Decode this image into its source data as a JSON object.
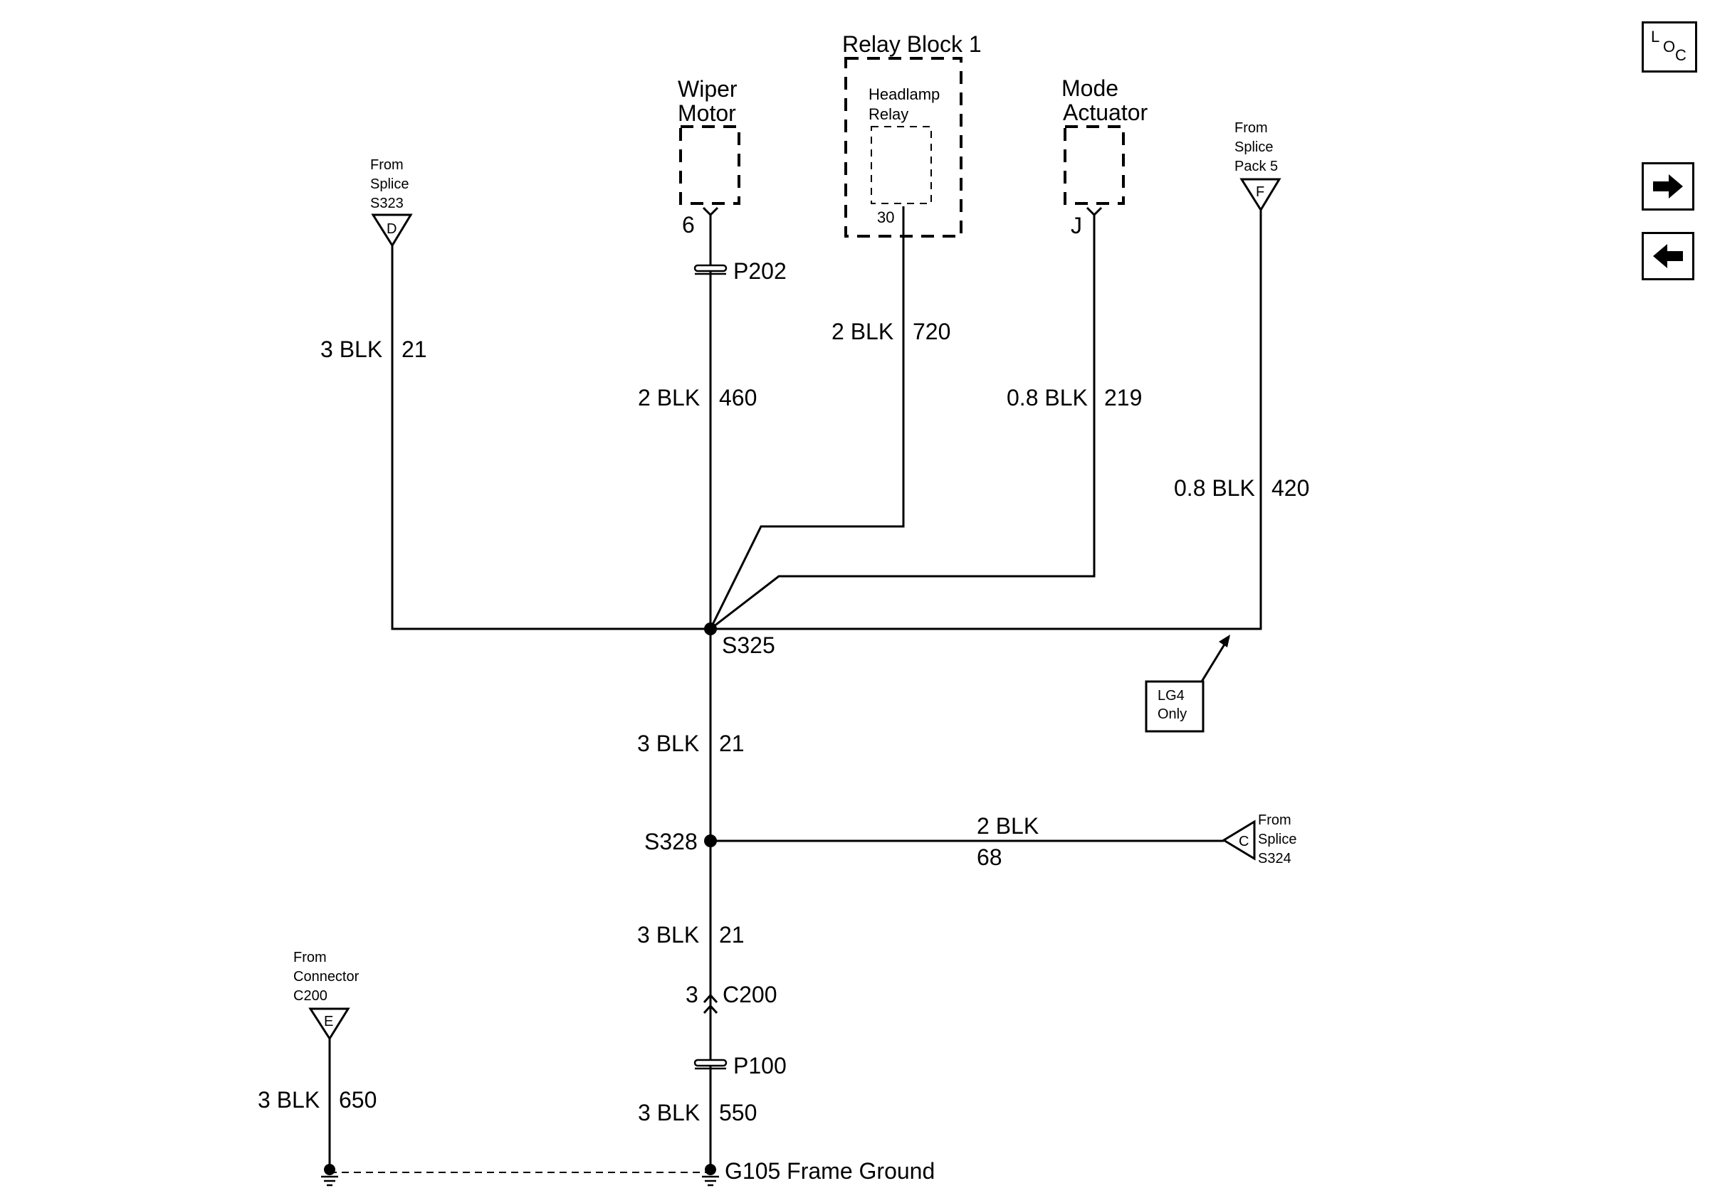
{
  "nav": {
    "loc_letters": [
      "L",
      "O",
      "C"
    ],
    "next_icon": "arrow-right-icon",
    "prev_icon": "arrow-left-icon"
  },
  "components": {
    "relay_block_title": "Relay Block 1",
    "headlamp_relay": [
      "Headlamp",
      "Relay"
    ],
    "headlamp_relay_pin": "30",
    "wiper_motor": [
      "Wiper",
      "Motor"
    ],
    "wiper_motor_pin": "6",
    "mode_actuator": [
      "Mode",
      "Actuator"
    ],
    "mode_actuator_pin": "J"
  },
  "offpage": {
    "d": {
      "from": [
        "From",
        "Splice",
        "S323"
      ],
      "letter": "D"
    },
    "f": {
      "from": [
        "From",
        "Splice",
        "Pack 5"
      ],
      "letter": "F"
    },
    "c": {
      "from": [
        "From",
        "Splice",
        "S324"
      ],
      "letter": "C"
    },
    "e": {
      "from": [
        "From",
        "Connector",
        "C200"
      ],
      "letter": "E"
    }
  },
  "wires": {
    "s323": {
      "gauge_color": "3 BLK",
      "circuit": "21"
    },
    "wiper": {
      "gauge_color": "2 BLK",
      "circuit": "460"
    },
    "relay": {
      "gauge_color": "2 BLK",
      "circuit": "720"
    },
    "mode": {
      "gauge_color": "0.8 BLK",
      "circuit": "219"
    },
    "pack5": {
      "gauge_color": "0.8 BLK",
      "circuit": "420"
    },
    "s325_s328": {
      "gauge_color": "3 BLK",
      "circuit": "21"
    },
    "s324": {
      "gauge_color": "2 BLK",
      "circuit": "68"
    },
    "s328_c200": {
      "gauge_color": "3 BLK",
      "circuit": "21"
    },
    "p100_ground": {
      "gauge_color": "3 BLK",
      "circuit": "550"
    },
    "c200_e": {
      "gauge_color": "3 BLK",
      "circuit": "650"
    }
  },
  "connectors": {
    "p202": "P202",
    "p100": "P100",
    "c200": "C200",
    "c200_pin": "3"
  },
  "splices": {
    "s325": "S325",
    "s328": "S328"
  },
  "ground": "G105 Frame Ground",
  "option_note": [
    "LG4",
    "Only"
  ]
}
